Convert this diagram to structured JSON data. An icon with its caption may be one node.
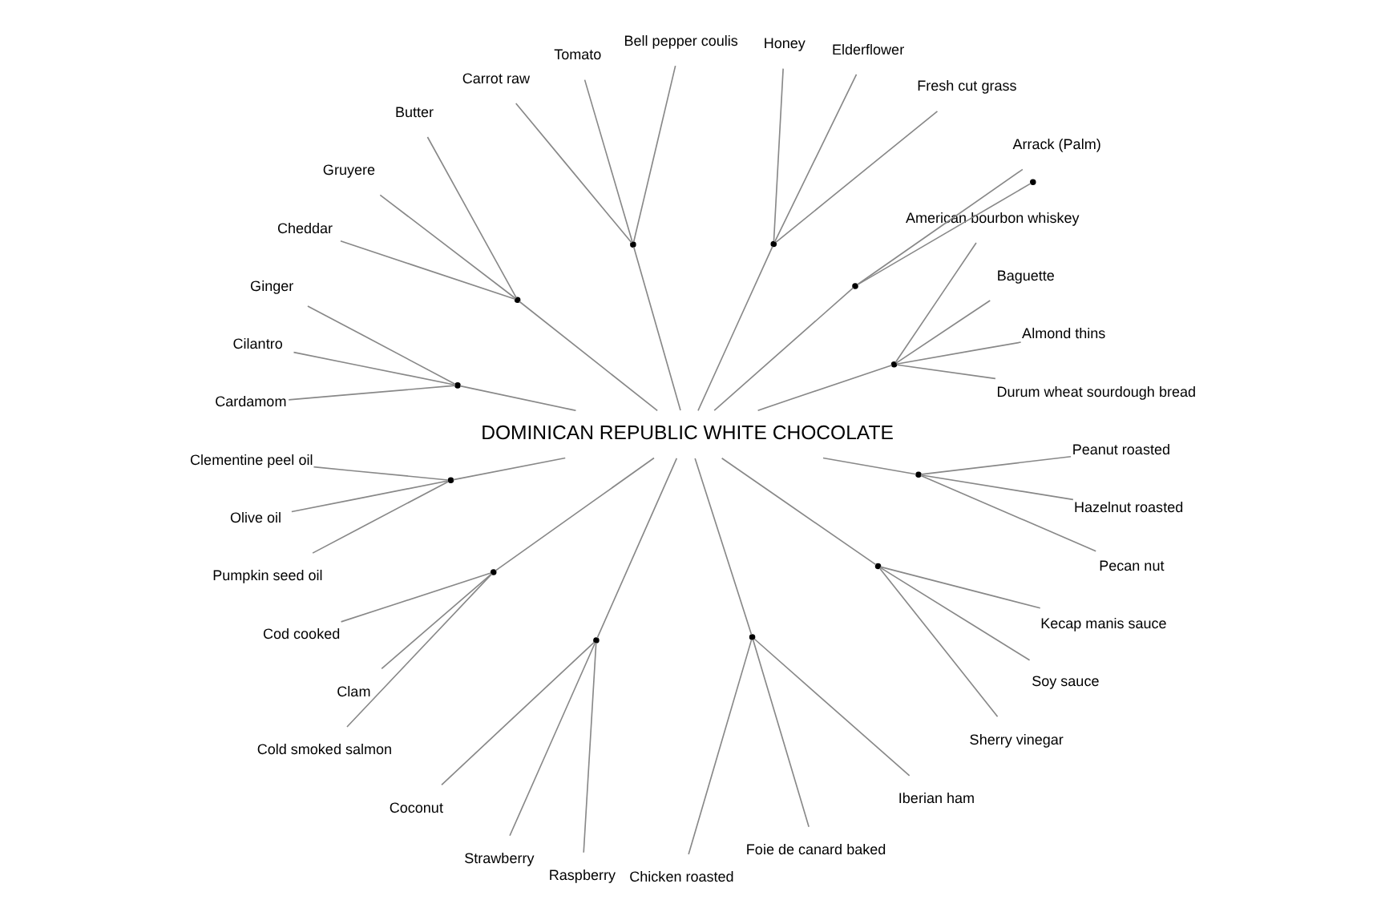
{
  "diagram": {
    "nodes": [
      {
        "text": [
          "DOMINICAN REPUBLIC WHITE CHOCOLATE"
        ]
      },
      {
        "text": [],
        "shape": "point"
      },
      {
        "text": [
          "Durum wheat sourdough bread"
        ]
      },
      {
        "text": [
          "Almond thins"
        ]
      },
      {
        "text": [
          "Baguette"
        ]
      },
      {
        "text": [
          "American bourbon whiskey"
        ]
      },
      {
        "text": [],
        "shape": "point"
      },
      {
        "text": [],
        "shape": "point"
      },
      {
        "text": [
          "Arrack (Palm)"
        ]
      },
      {
        "text": [],
        "shape": "point"
      },
      {
        "text": [
          "Fresh cut grass"
        ]
      },
      {
        "text": [
          "Elderflower"
        ]
      },
      {
        "text": [
          "Honey"
        ]
      },
      {
        "text": [],
        "shape": "point"
      },
      {
        "text": [
          "Bell pepper coulis"
        ]
      },
      {
        "text": [
          "Tomato"
        ]
      },
      {
        "text": [
          "Carrot raw"
        ]
      },
      {
        "text": [],
        "shape": "point"
      },
      {
        "text": [
          "Butter"
        ]
      },
      {
        "text": [
          "Gruyere"
        ]
      },
      {
        "text": [
          "Cheddar"
        ]
      },
      {
        "text": [],
        "shape": "point"
      },
      {
        "text": [
          "Ginger"
        ]
      },
      {
        "text": [
          "Cilantro"
        ]
      },
      {
        "text": [
          "Cardamom"
        ]
      },
      {
        "text": [],
        "shape": "point"
      },
      {
        "text": [
          "Clementine peel oil"
        ]
      },
      {
        "text": [
          "Olive oil"
        ]
      },
      {
        "text": [
          "Pumpkin seed oil"
        ]
      },
      {
        "text": [],
        "shape": "point"
      },
      {
        "text": [
          "Cod cooked"
        ]
      },
      {
        "text": [
          "Clam"
        ]
      },
      {
        "text": [
          "Cold smoked salmon"
        ]
      },
      {
        "text": [],
        "shape": "point"
      },
      {
        "text": [
          "Coconut"
        ]
      },
      {
        "text": [
          "Strawberry"
        ]
      },
      {
        "text": [
          "Raspberry"
        ]
      },
      {
        "text": [],
        "shape": "point"
      },
      {
        "text": [
          "Chicken roasted"
        ]
      },
      {
        "text": [
          "Foie de canard baked"
        ]
      },
      {
        "text": [
          "Iberian ham"
        ]
      },
      {
        "text": [],
        "shape": "point"
      },
      {
        "text": [
          "Sherry vinegar"
        ]
      },
      {
        "text": [
          "Soy sauce"
        ]
      },
      {
        "text": [
          "Kecap manis sauce"
        ]
      },
      {
        "text": [],
        "shape": "point"
      },
      {
        "text": [
          "Pecan nut"
        ]
      },
      {
        "text": [
          "Hazelnut roasted"
        ]
      },
      {
        "text": [
          "Peanut roasted"
        ]
      }
    ],
    "edges": [
      {
        "from": 0,
        "to": 1,
        "arrow": "none"
      },
      {
        "from": 1,
        "to": 2,
        "arrow": "none"
      },
      {
        "from": 1,
        "to": 3,
        "arrow": "none"
      },
      {
        "from": 1,
        "to": 4,
        "arrow": "none"
      },
      {
        "from": 1,
        "to": 5,
        "arrow": "none"
      },
      {
        "from": 0,
        "to": 6,
        "arrow": "none"
      },
      {
        "from": 6,
        "to": 7,
        "arrow": "none"
      },
      {
        "from": 6,
        "to": 8,
        "arrow": "none"
      },
      {
        "from": 0,
        "to": 9,
        "arrow": "none"
      },
      {
        "from": 9,
        "to": 10,
        "arrow": "none"
      },
      {
        "from": 9,
        "to": 11,
        "arrow": "none"
      },
      {
        "from": 9,
        "to": 12,
        "arrow": "none"
      },
      {
        "from": 0,
        "to": 13,
        "arrow": "none"
      },
      {
        "from": 13,
        "to": 14,
        "arrow": "none"
      },
      {
        "from": 13,
        "to": 15,
        "arrow": "none"
      },
      {
        "from": 13,
        "to": 16,
        "arrow": "none"
      },
      {
        "from": 0,
        "to": 17,
        "arrow": "none"
      },
      {
        "from": 17,
        "to": 18,
        "arrow": "none"
      },
      {
        "from": 17,
        "to": 19,
        "arrow": "none"
      },
      {
        "from": 17,
        "to": 20,
        "arrow": "none"
      },
      {
        "from": 0,
        "to": 21,
        "arrow": "none"
      },
      {
        "from": 21,
        "to": 22,
        "arrow": "none"
      },
      {
        "from": 21,
        "to": 23,
        "arrow": "none"
      },
      {
        "from": 21,
        "to": 24,
        "arrow": "none"
      },
      {
        "from": 0,
        "to": 25,
        "arrow": "none"
      },
      {
        "from": 25,
        "to": 26,
        "arrow": "none"
      },
      {
        "from": 25,
        "to": 27,
        "arrow": "none"
      },
      {
        "from": 25,
        "to": 28,
        "arrow": "none"
      },
      {
        "from": 0,
        "to": 29,
        "arrow": "none"
      },
      {
        "from": 29,
        "to": 30,
        "arrow": "none"
      },
      {
        "from": 29,
        "to": 31,
        "arrow": "none"
      },
      {
        "from": 29,
        "to": 32,
        "arrow": "none"
      },
      {
        "from": 0,
        "to": 33,
        "arrow": "none"
      },
      {
        "from": 33,
        "to": 34,
        "arrow": "none"
      },
      {
        "from": 33,
        "to": 35,
        "arrow": "none"
      },
      {
        "from": 33,
        "to": 36,
        "arrow": "none"
      },
      {
        "from": 0,
        "to": 37,
        "arrow": "none"
      },
      {
        "from": 37,
        "to": 38,
        "arrow": "none"
      },
      {
        "from": 37,
        "to": 39,
        "arrow": "none"
      },
      {
        "from": 37,
        "to": 40,
        "arrow": "none"
      },
      {
        "from": 0,
        "to": 41,
        "arrow": "none"
      },
      {
        "from": 41,
        "to": 42,
        "arrow": "none"
      },
      {
        "from": 41,
        "to": 43,
        "arrow": "none"
      },
      {
        "from": 41,
        "to": 44,
        "arrow": "none"
      },
      {
        "from": 0,
        "to": 45,
        "arrow": "none"
      },
      {
        "from": 45,
        "to": 46,
        "arrow": "none"
      },
      {
        "from": 45,
        "to": 47,
        "arrow": "none"
      },
      {
        "from": 45,
        "to": 48,
        "arrow": "none"
      }
    ]
  }
}
